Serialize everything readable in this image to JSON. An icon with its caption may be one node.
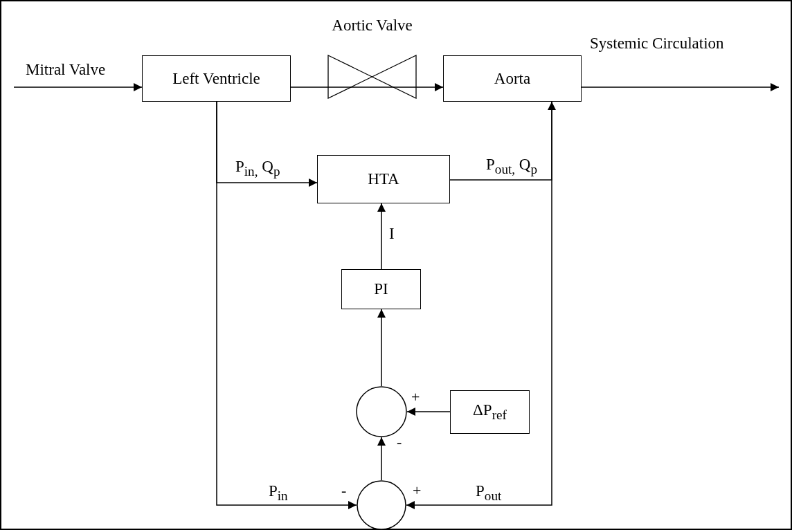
{
  "diagram": {
    "nodes": [
      {
        "text": [
          "Left Ventricle"
        ]
      },
      {
        "text": [
          "Aortic Valve"
        ]
      },
      {
        "text": [
          "Aorta"
        ]
      },
      {
        "text": [
          "HTA"
        ]
      },
      {
        "text": [
          "PI"
        ]
      },
      {
        "text": [],
        "shape": "circle"
      },
      {
        "text": [
          "ΔP$_{ref}$"
        ]
      },
      {
        "text": [],
        "shape": "circle"
      }
    ],
    "edges": [
      {
        "from": null,
        "to": 0,
        "arrow": "to",
        "label": "Mitral Valve"
      },
      {
        "from": 0,
        "to": 1,
        "arrow": "none"
      },
      {
        "from": 1,
        "to": 2,
        "arrow": "to"
      },
      {
        "from": 2,
        "to": null,
        "arrow": "to",
        "label": "Systemic Circulation"
      },
      {
        "from": 0,
        "to": 3,
        "arrow": "to",
        "label": "P$_{in,}$ Q$_{p}$"
      },
      {
        "from": 0,
        "to": 7,
        "arrow": "to",
        "label": "P$_{in}$"
      },
      {
        "from": 3,
        "to": 2,
        "arrow": "to",
        "label": "P$_{out,}$ Q$_{p}$"
      },
      {
        "from": 2,
        "to": 7,
        "arrow": "to",
        "label": "P$_{out}$"
      },
      {
        "from": 4,
        "to": 3,
        "arrow": "to",
        "label": "I"
      },
      {
        "from": 5,
        "to": 4,
        "arrow": "to"
      },
      {
        "from": 6,
        "to": 5,
        "arrow": "to"
      },
      {
        "from": 7,
        "to": 5,
        "arrow": "to"
      }
    ],
    "labels": [
      "+",
      "-",
      "-",
      "+"
    ]
  }
}
